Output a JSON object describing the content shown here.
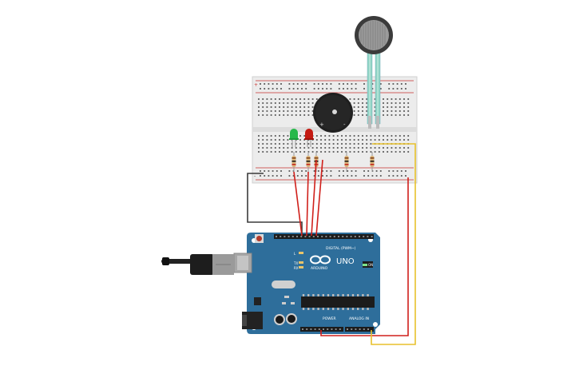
{
  "canvas": {
    "background": "#ffffff"
  },
  "breadboard": {
    "rail_plus": "+",
    "rail_minus": "-"
  },
  "components": {
    "force_sensor": {
      "icon": "force-sensitive-resistor-icon"
    },
    "buzzer": {
      "plus": "+",
      "minus": "-"
    },
    "led_green": {
      "color": "#27b84a"
    },
    "led_red": {
      "color": "#c41a12"
    },
    "resistor_count": 5
  },
  "arduino": {
    "brand": "ARDUINO",
    "model": "UNO",
    "header_digital": "DIGITAL (PWM~)",
    "header_power": "POWER",
    "header_analog": "ANALOG IN",
    "label_on": "ON",
    "label_tx": "TX",
    "label_rx": "RX",
    "label_l": "L",
    "board_color": "#2e6e9b"
  },
  "wires": {
    "red": "#d0201b",
    "yellow": "#e8c12c",
    "black": "#3a3a3a"
  }
}
